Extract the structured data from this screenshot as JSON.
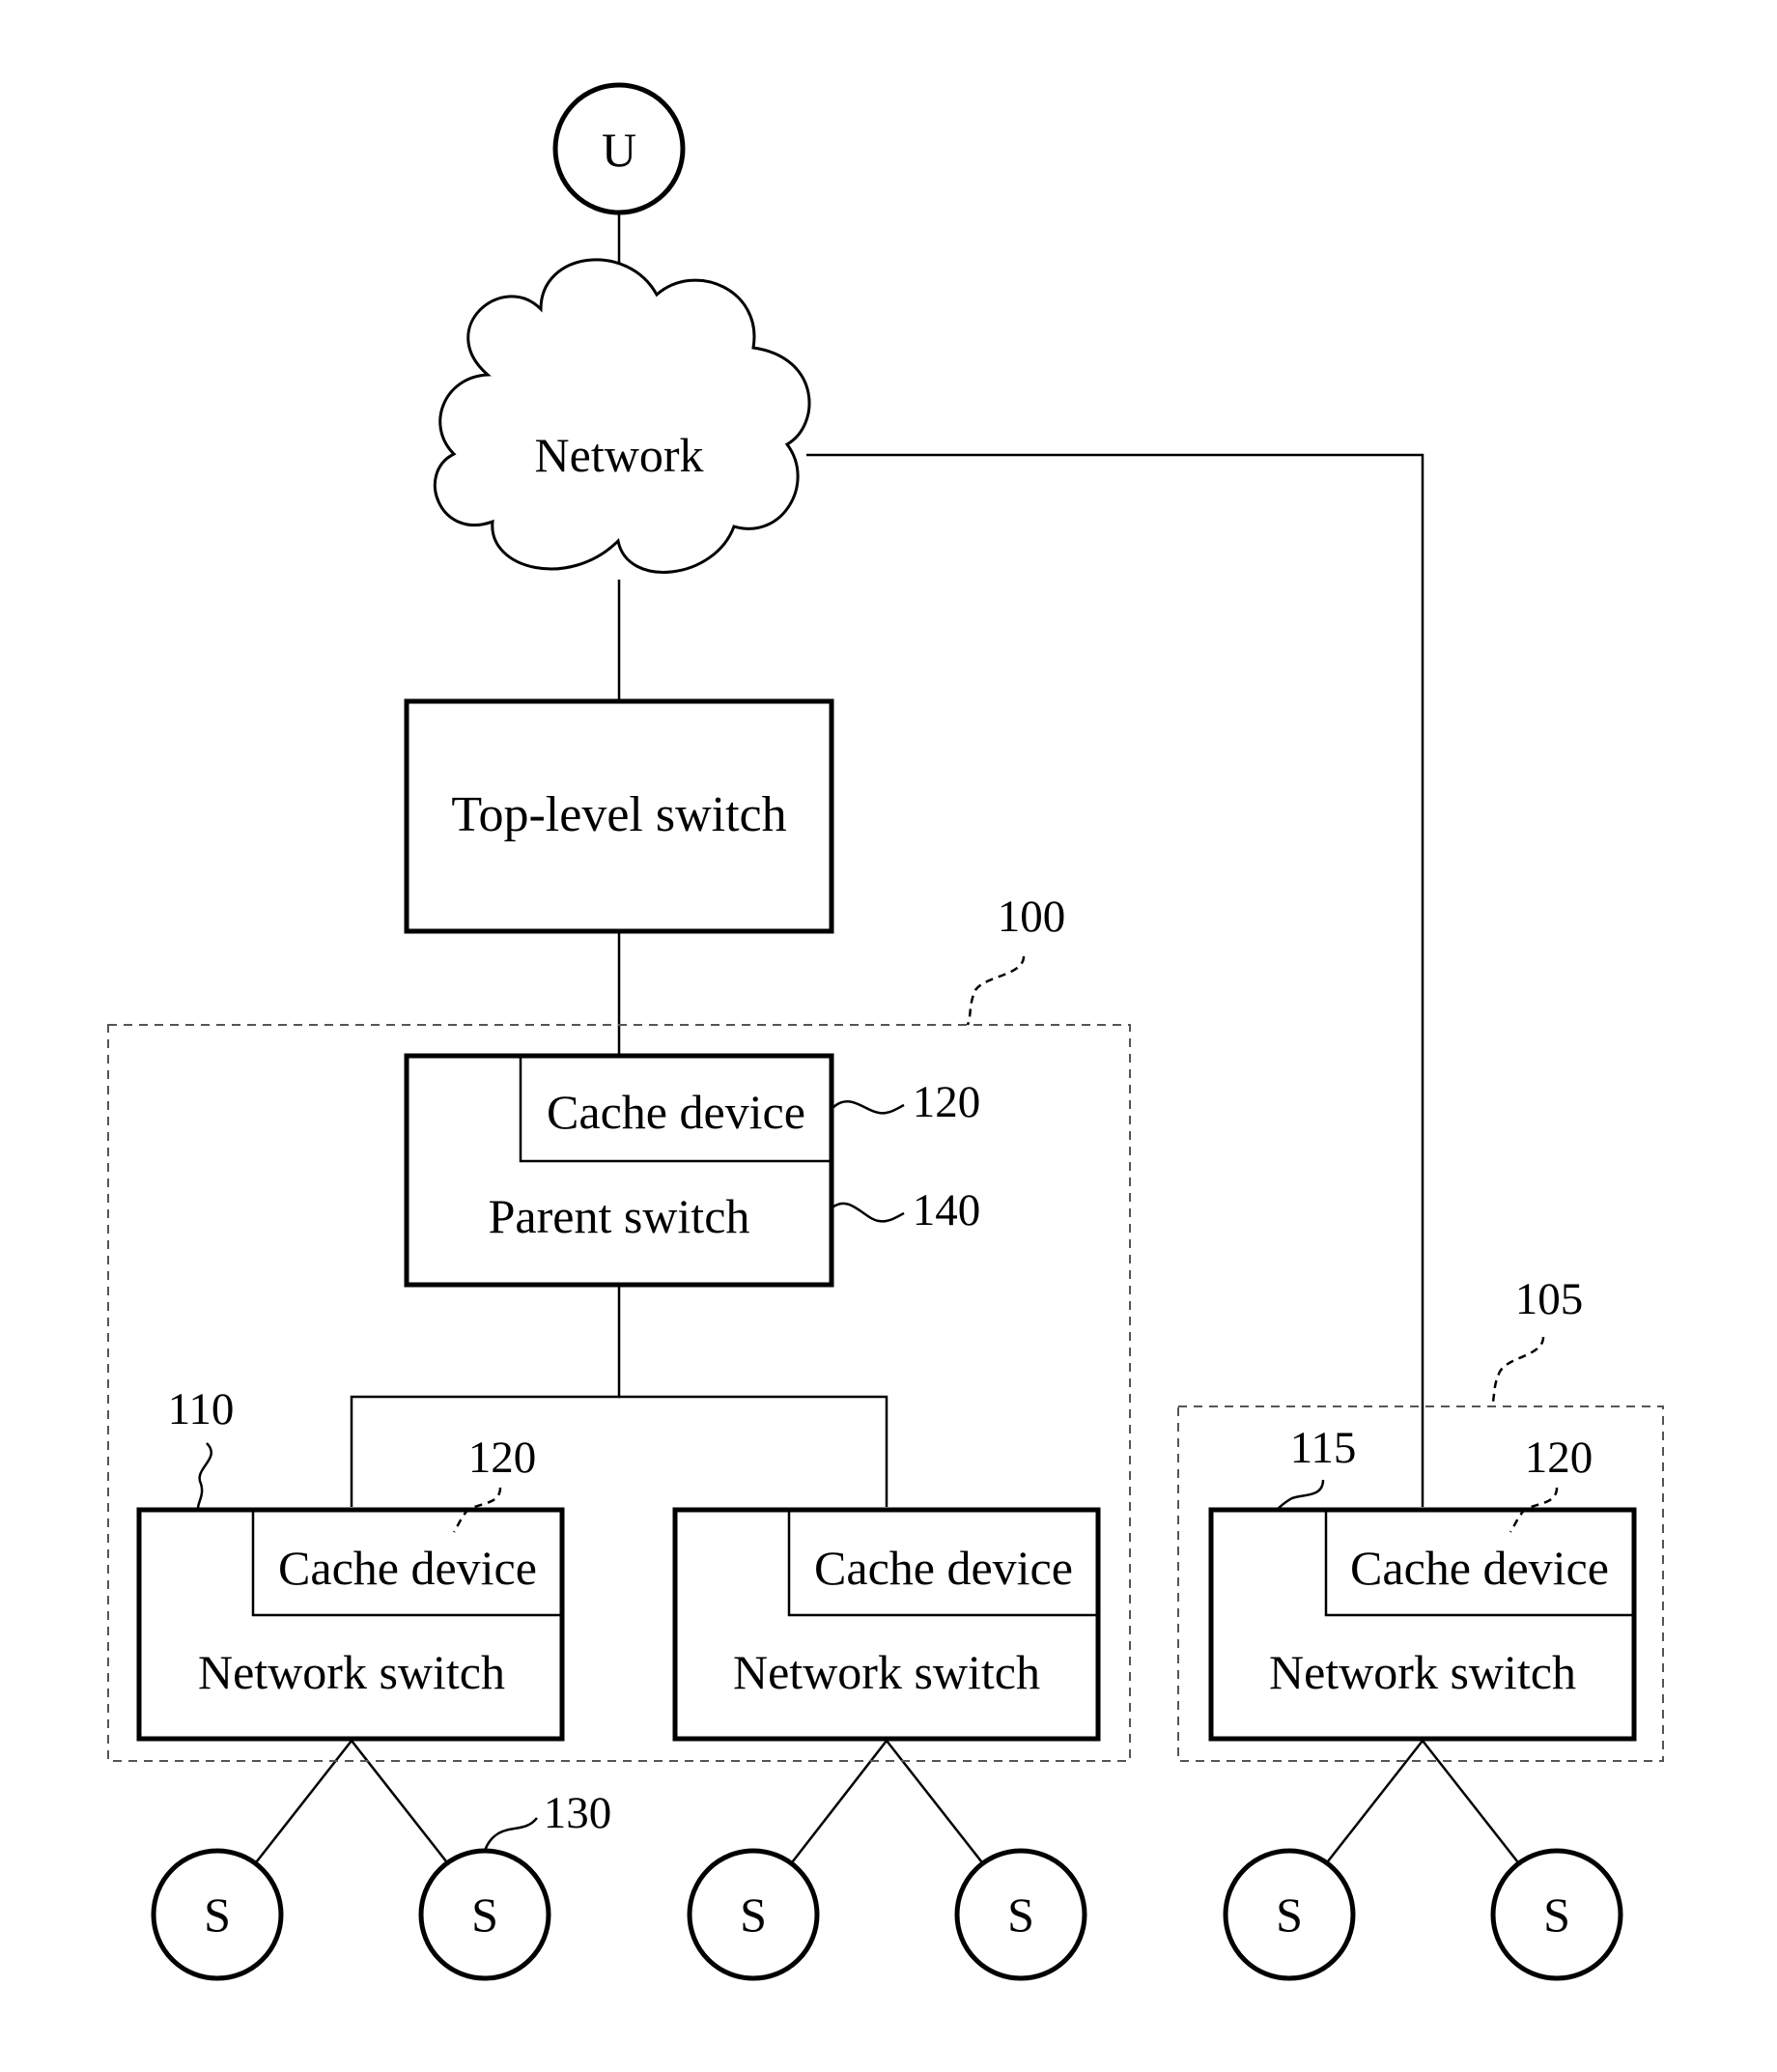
{
  "user_node": {
    "label": "U"
  },
  "network": {
    "label": "Network"
  },
  "top_level_switch": {
    "label": "Top-level switch"
  },
  "parent_switch": {
    "label": "Parent switch",
    "cache_label": "Cache device",
    "ref_cache": "120",
    "ref_switch": "140"
  },
  "group_100": {
    "ref": "100"
  },
  "group_105": {
    "ref": "105"
  },
  "switch_left": {
    "label": "Network switch",
    "cache_label": "Cache device",
    "ref_switch": "110",
    "ref_cache": "120"
  },
  "switch_middle": {
    "label": "Network switch",
    "cache_label": "Cache device"
  },
  "switch_right": {
    "label": "Network switch",
    "cache_label": "Cache device",
    "ref_switch": "115",
    "ref_cache": "120"
  },
  "servers": {
    "label": "S",
    "ref": "130"
  }
}
